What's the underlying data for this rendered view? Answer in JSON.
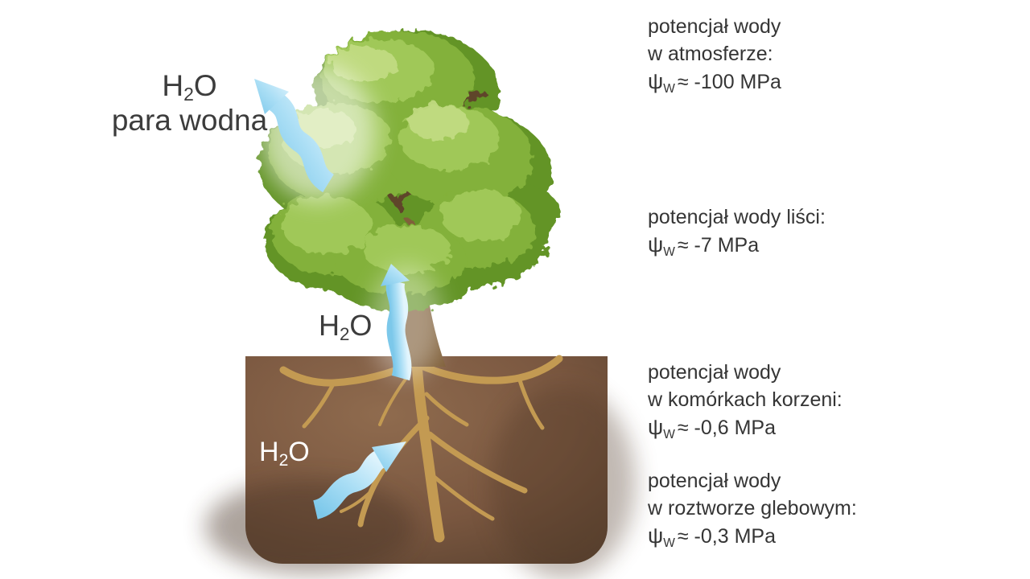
{
  "labels": {
    "vapor": {
      "h": "H",
      "sub2": "2",
      "o": "O",
      "caption": "para wodna"
    },
    "xylem": {
      "h": "H",
      "sub2": "2",
      "o": "O"
    },
    "soil": {
      "h": "H",
      "sub2": "2",
      "o": "O"
    }
  },
  "annotations": [
    {
      "lines": [
        "potencjał wody",
        "w atmosferze:"
      ],
      "psi": "ψ",
      "psi_sub": "W",
      "value": "≈ -100 MPa"
    },
    {
      "lines": [
        "potencjał wody liści:"
      ],
      "psi": "ψ",
      "psi_sub": "W",
      "value": "≈ -7 MPa"
    },
    {
      "lines": [
        "potencjał wody",
        "w komórkach korzeni:"
      ],
      "psi": "ψ",
      "psi_sub": "W",
      "value": "≈ -0,6 MPa"
    },
    {
      "lines": [
        "potencjał wody",
        "w roztworze glebowym:"
      ],
      "psi": "ψ",
      "psi_sub": "W",
      "value": "≈ -0,3 MPa"
    }
  ],
  "colors": {
    "text_dark": "#3a3a3a",
    "arrow_blue": "#8fd0ee",
    "foliage_green": "#83b13a",
    "soil_brown": "#7a5740",
    "root_tan": "#c39a52",
    "trunk_brown": "#80603a"
  }
}
